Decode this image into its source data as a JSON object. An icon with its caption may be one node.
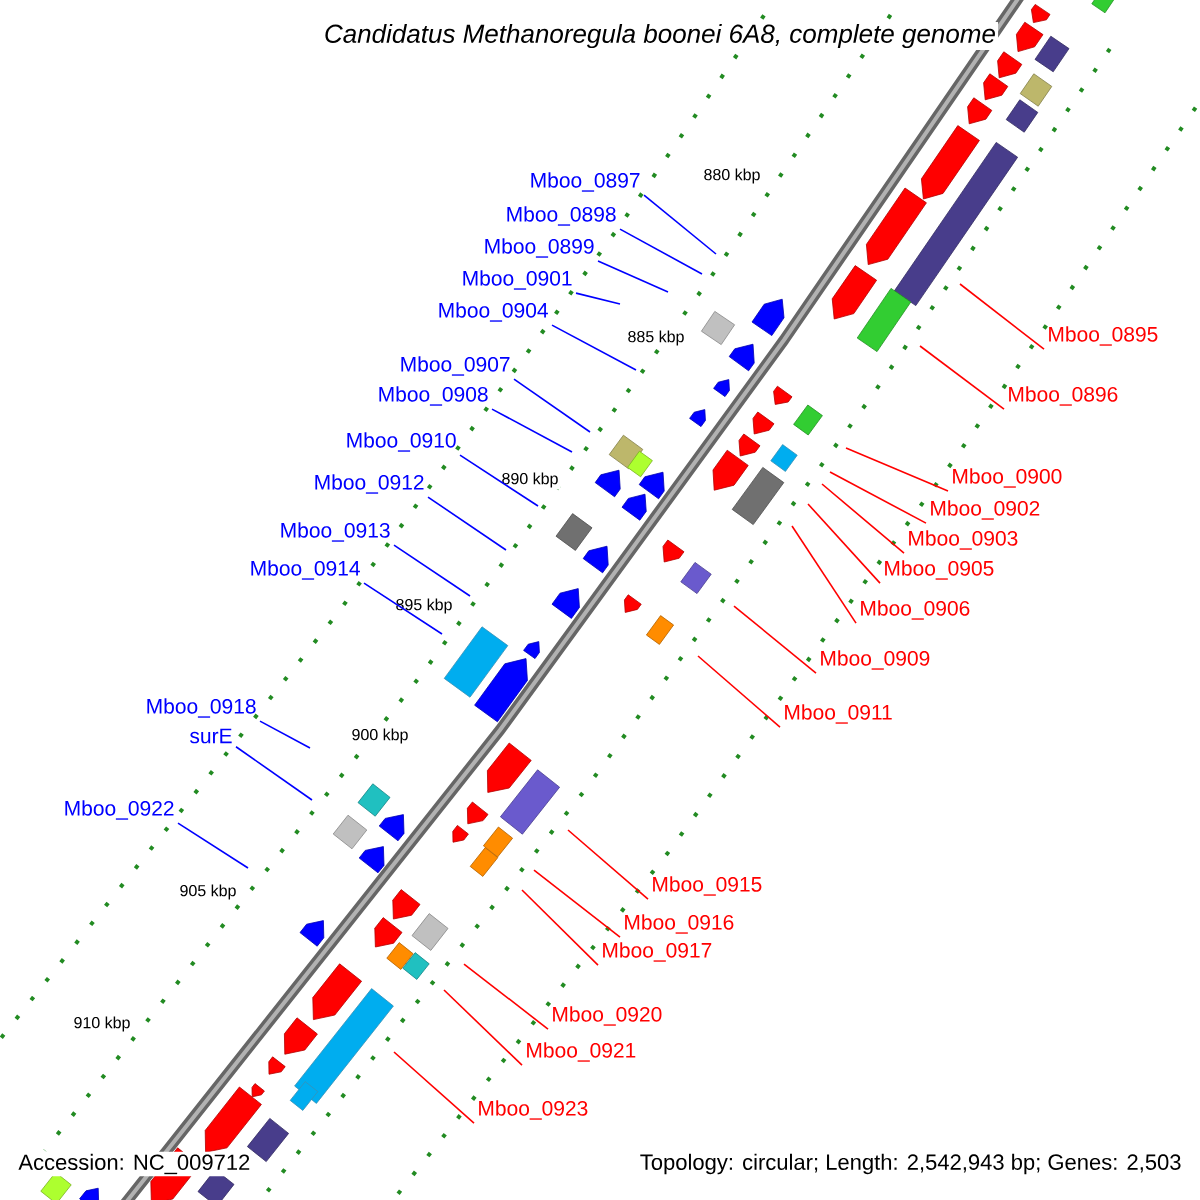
{
  "diagram": {
    "title": "Candidatus Methanoregula boonei 6A8, complete genome",
    "nodes": [
      {
        "text": [
          "Mboo_0897"
        ]
      },
      {
        "text": [
          "Mboo_0898"
        ]
      },
      {
        "text": [
          "Mboo_0899"
        ]
      },
      {
        "text": [
          "Mboo_0901"
        ]
      },
      {
        "text": [
          "Mboo_0904"
        ]
      },
      {
        "text": [
          "Mboo_0907"
        ]
      },
      {
        "text": [
          "Mboo_0908"
        ]
      },
      {
        "text": [
          "Mboo_0910"
        ]
      },
      {
        "text": [
          "Mboo_0912"
        ]
      },
      {
        "text": [
          "Mboo_0913"
        ]
      },
      {
        "text": [
          "Mboo_0914"
        ]
      },
      {
        "text": [
          "Mboo_0918"
        ]
      },
      {
        "text": [
          "surE"
        ]
      },
      {
        "text": [
          "Mboo_0922"
        ]
      },
      {
        "text": [
          "Mboo_0895"
        ]
      },
      {
        "text": [
          "Mboo_0896"
        ]
      },
      {
        "text": [
          "Mboo_0900"
        ]
      },
      {
        "text": [
          "Mboo_0902"
        ]
      },
      {
        "text": [
          "Mboo_0903"
        ]
      },
      {
        "text": [
          "Mboo_0905"
        ]
      },
      {
        "text": [
          "Mboo_0906"
        ]
      },
      {
        "text": [
          "Mboo_0909"
        ]
      },
      {
        "text": [
          "Mboo_0911"
        ]
      },
      {
        "text": [
          "Mboo_0915"
        ]
      },
      {
        "text": [
          "Mboo_0916"
        ]
      },
      {
        "text": [
          "Mboo_0917"
        ]
      },
      {
        "text": [
          "Mboo_0920"
        ]
      },
      {
        "text": [
          "Mboo_0921"
        ]
      },
      {
        "text": [
          "Mboo_0923"
        ]
      }
    ],
    "edges": [
      {
        "from": 0,
        "to": null,
        "arrow": "none",
        "color": "#0000ff"
      },
      {
        "from": 1,
        "to": null,
        "arrow": "none",
        "color": "#0000ff"
      },
      {
        "from": 2,
        "to": null,
        "arrow": "none",
        "color": "#0000ff"
      },
      {
        "from": 3,
        "to": null,
        "arrow": "none",
        "color": "#0000ff"
      },
      {
        "from": 4,
        "to": null,
        "arrow": "none",
        "color": "#0000ff"
      },
      {
        "from": 5,
        "to": null,
        "arrow": "none",
        "color": "#0000ff"
      },
      {
        "from": 6,
        "to": null,
        "arrow": "none",
        "color": "#0000ff"
      },
      {
        "from": 7,
        "to": null,
        "arrow": "none",
        "color": "#0000ff"
      },
      {
        "from": 8,
        "to": null,
        "arrow": "none",
        "color": "#0000ff"
      },
      {
        "from": 9,
        "to": null,
        "arrow": "none",
        "color": "#0000ff"
      },
      {
        "from": 10,
        "to": null,
        "arrow": "none",
        "color": "#0000ff"
      },
      {
        "from": 11,
        "to": null,
        "arrow": "none",
        "color": "#0000ff"
      },
      {
        "from": 12,
        "to": null,
        "arrow": "none",
        "color": "#0000ff"
      },
      {
        "from": 13,
        "to": null,
        "arrow": "none",
        "color": "#0000ff"
      },
      {
        "from": 14,
        "to": null,
        "arrow": "none"
      },
      {
        "from": 15,
        "to": null,
        "arrow": "none"
      },
      {
        "from": 16,
        "to": null,
        "arrow": "none"
      },
      {
        "from": 17,
        "to": null,
        "arrow": "none"
      },
      {
        "from": 18,
        "to": null,
        "arrow": "none"
      },
      {
        "from": 19,
        "to": null,
        "arrow": "none"
      },
      {
        "from": 20,
        "to": null,
        "arrow": "none"
      },
      {
        "from": 21,
        "to": null,
        "arrow": "none"
      },
      {
        "from": 22,
        "to": null,
        "arrow": "none"
      },
      {
        "from": 23,
        "to": null,
        "arrow": "none"
      },
      {
        "from": 24,
        "to": null,
        "arrow": "none"
      },
      {
        "from": 25,
        "to": null,
        "arrow": "none"
      },
      {
        "from": 26,
        "to": null,
        "arrow": "none"
      },
      {
        "from": 27,
        "to": null,
        "arrow": "none"
      },
      {
        "from": 28,
        "to": null,
        "arrow": "none"
      }
    ],
    "labels": [
      "880 kbp",
      "885 kbp",
      "890 kbp",
      "895 kbp",
      "900 kbp",
      "905 kbp",
      "910 kbp",
      "Accession: NC_009712",
      "Topology: circular; Length: 2,542,943 bp; Genes: 2,503"
    ]
  }
}
